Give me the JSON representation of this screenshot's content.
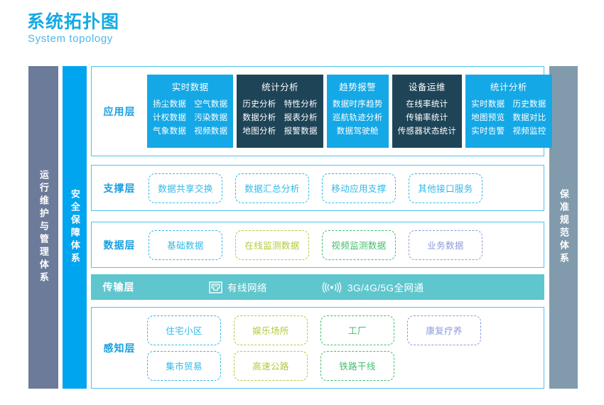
{
  "header": {
    "title": "系统拓扑图",
    "subtitle": "System topology"
  },
  "bands": {
    "left_outer": "运行维护与管理体系",
    "left_inner": "安全保障体系",
    "right": "保准规范体系"
  },
  "colors": {
    "title": "#14AAE4",
    "subtitle": "#49B8EA",
    "band_ops": "#6C7B99",
    "band_sec": "#00A5EF",
    "band_std": "#819BAC",
    "panel_border": "#4EC3F0",
    "app_blue": "#14A8E6",
    "app_dark": "#1E4457",
    "transmission_bar": "#5FC6CE",
    "chip_cyan": "#30B8E8",
    "chip_lime": "#AFCB3C",
    "chip_green": "#3FBF6A",
    "chip_purple": "#8C9BDC"
  },
  "layers": {
    "application": {
      "label": "应用层",
      "blocks": [
        {
          "title": "实时数据",
          "style": "blue",
          "columns": 2,
          "items": [
            "扬尘数据",
            "空气数据",
            "计权数据",
            "污染数据",
            "气象数据",
            "视频数据"
          ]
        },
        {
          "title": "统计分析",
          "style": "dark",
          "columns": 2,
          "items": [
            "历史分析",
            "特性分析",
            "数据分析",
            "报表分析",
            "地图分析",
            "报警数据"
          ]
        },
        {
          "title": "趋势报警",
          "style": "blue",
          "columns": 1,
          "items": [
            "数据时序趋势",
            "巡航轨迹分析",
            "数据驾驶舱"
          ]
        },
        {
          "title": "设备运维",
          "style": "dark",
          "columns": 1,
          "items": [
            "在线率统计",
            "传输率统计",
            "传感器状态统计"
          ]
        },
        {
          "title": "统计分析",
          "style": "blue",
          "columns": 2,
          "items": [
            "实时数据",
            "历史数据",
            "地图预览",
            "数据对比",
            "实时告警",
            "视频监控"
          ]
        }
      ]
    },
    "support": {
      "label": "支撑层",
      "chips": [
        {
          "label": "数据共享交换",
          "color": "c-cyan"
        },
        {
          "label": "数据汇总分析",
          "color": "c-cyan"
        },
        {
          "label": "移动应用支撑",
          "color": "c-cyan"
        },
        {
          "label": "其他接口服务",
          "color": "c-cyan"
        }
      ]
    },
    "data": {
      "label": "数据层",
      "chips": [
        {
          "label": "基础数据",
          "color": "c-cyan"
        },
        {
          "label": "在线监测数据",
          "color": "c-lime"
        },
        {
          "label": "视频监测数据",
          "color": "c-green"
        },
        {
          "label": "业务数据",
          "color": "c-purple"
        }
      ]
    },
    "transmission": {
      "label": "传输层",
      "wired": {
        "icon": "ethernet-port-icon",
        "label": "有线网络"
      },
      "wireless": {
        "icon": "wireless-signal-icon",
        "label": "3G/4G/5G全网通"
      }
    },
    "perception": {
      "label": "感知层",
      "rows": [
        [
          {
            "label": "住宅小区",
            "color": "c-cyan"
          },
          {
            "label": "娱乐场所",
            "color": "c-lime"
          },
          {
            "label": "工厂",
            "color": "c-green"
          },
          {
            "label": "康复疗养",
            "color": "c-purple"
          }
        ],
        [
          {
            "label": "集市贸易",
            "color": "c-cyan"
          },
          {
            "label": "高速公路",
            "color": "c-lime"
          },
          {
            "label": "铁路干线",
            "color": "c-green"
          }
        ]
      ]
    }
  }
}
